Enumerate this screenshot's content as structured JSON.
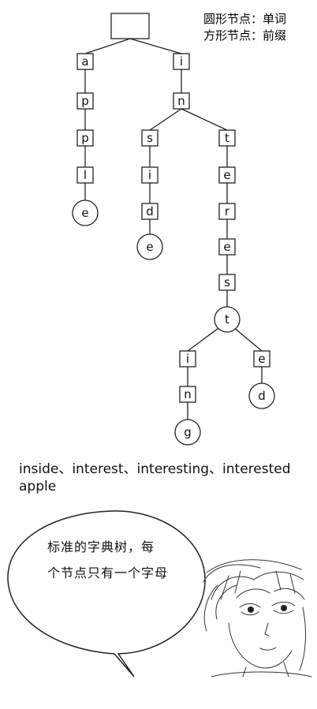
{
  "legend": {
    "circle_label": "圆形节点：单词",
    "square_label": "方形节点：前缀"
  },
  "trie": {
    "root": {
      "shape": "square",
      "char": ""
    },
    "nodes": [
      {
        "id": "a1",
        "char": "a",
        "shape": "square",
        "parent": "root"
      },
      {
        "id": "p1",
        "char": "p",
        "shape": "square",
        "parent": "a1"
      },
      {
        "id": "p2",
        "char": "p",
        "shape": "square",
        "parent": "p1"
      },
      {
        "id": "l1",
        "char": "l",
        "shape": "square",
        "parent": "p2"
      },
      {
        "id": "e1",
        "char": "e",
        "shape": "circle",
        "parent": "l1"
      },
      {
        "id": "i1",
        "char": "i",
        "shape": "square",
        "parent": "root"
      },
      {
        "id": "n1",
        "char": "n",
        "shape": "square",
        "parent": "i1"
      },
      {
        "id": "s1",
        "char": "s",
        "shape": "square",
        "parent": "n1"
      },
      {
        "id": "i2",
        "char": "i",
        "shape": "square",
        "parent": "s1"
      },
      {
        "id": "d1",
        "char": "d",
        "shape": "square",
        "parent": "i2"
      },
      {
        "id": "e2",
        "char": "e",
        "shape": "circle",
        "parent": "d1"
      },
      {
        "id": "t1",
        "char": "t",
        "shape": "square",
        "parent": "n1"
      },
      {
        "id": "e3",
        "char": "e",
        "shape": "square",
        "parent": "t1"
      },
      {
        "id": "r1",
        "char": "r",
        "shape": "square",
        "parent": "e3"
      },
      {
        "id": "e4",
        "char": "e",
        "shape": "square",
        "parent": "r1"
      },
      {
        "id": "s2",
        "char": "s",
        "shape": "square",
        "parent": "e4"
      },
      {
        "id": "t2",
        "char": "t",
        "shape": "circle",
        "parent": "s2"
      },
      {
        "id": "i3",
        "char": "i",
        "shape": "square",
        "parent": "t2"
      },
      {
        "id": "n2",
        "char": "n",
        "shape": "square",
        "parent": "i3"
      },
      {
        "id": "g1",
        "char": "g",
        "shape": "circle",
        "parent": "n2"
      },
      {
        "id": "e5",
        "char": "e",
        "shape": "square",
        "parent": "t2"
      },
      {
        "id": "d2",
        "char": "d",
        "shape": "circle",
        "parent": "e5"
      }
    ]
  },
  "words_line1": "inside、interest、interesting、interested",
  "words_line2": "apple",
  "bubble": {
    "line1": "标准的字典树，每",
    "line2": "个节点只有一个字母"
  }
}
